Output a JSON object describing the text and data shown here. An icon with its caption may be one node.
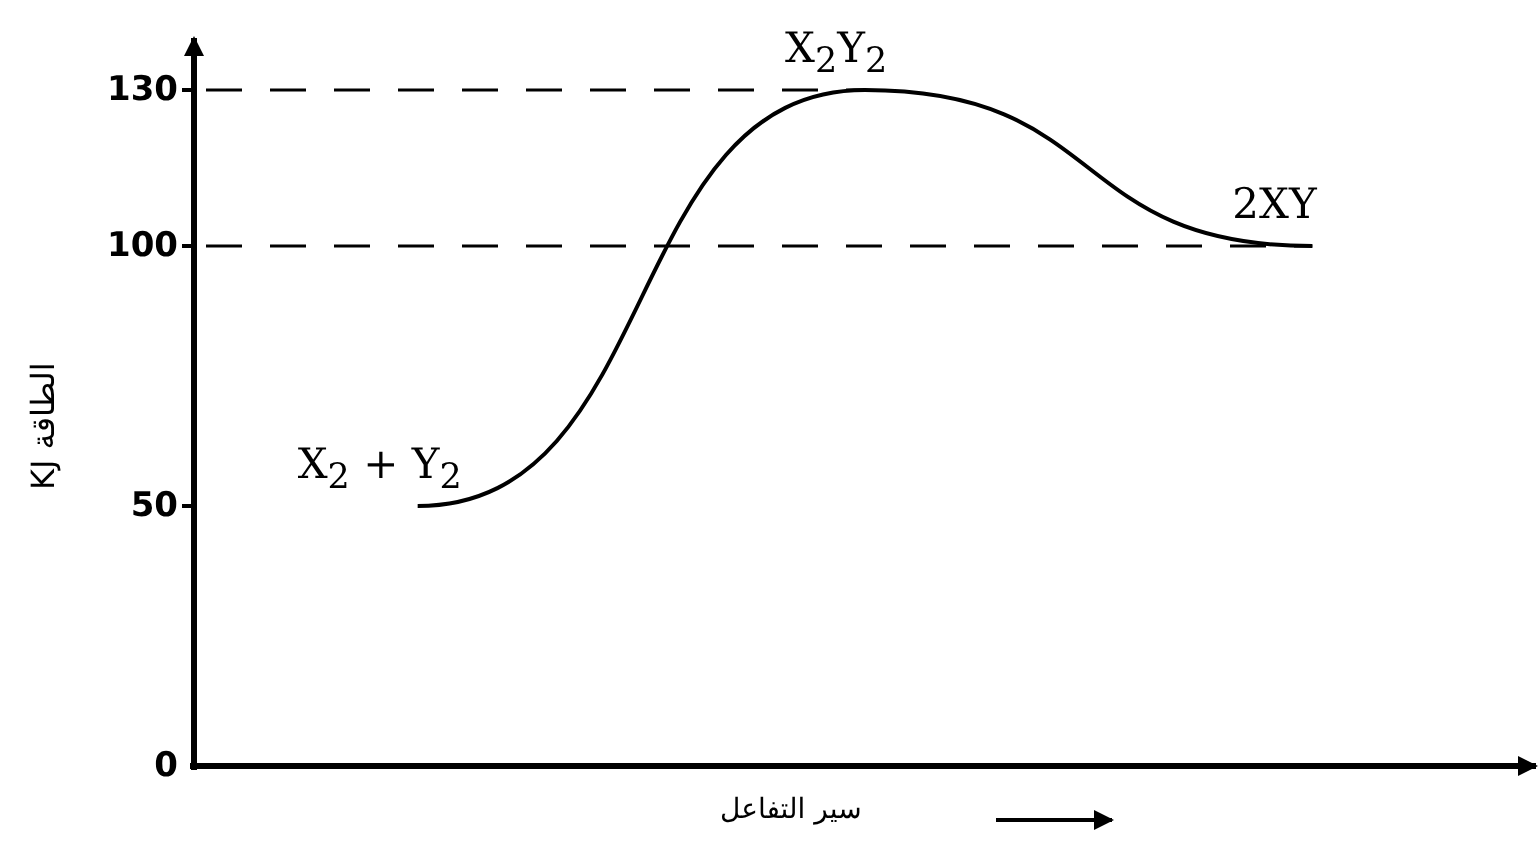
{
  "diagram": {
    "chart_data": {
      "type": "line",
      "xlabel": "سير التفاعل",
      "ylabel": "KJ الطاقة",
      "categories": [
        "X$_{2}$ + Y$_{2}$",
        "X$_{2}$Y$_{2}$",
        "2XY"
      ],
      "series": [
        {
          "color": "#000000",
          "values": [
            50,
            130,
            100
          ]
        }
      ],
      "ylim": [
        0,
        140
      ],
      "ref_lines": [
        {
          "axis": "y",
          "value": 130
        },
        {
          "axis": "y",
          "value": 100
        }
      ],
      "yticks": [
        0,
        50,
        100,
        130
      ]
    }
  }
}
